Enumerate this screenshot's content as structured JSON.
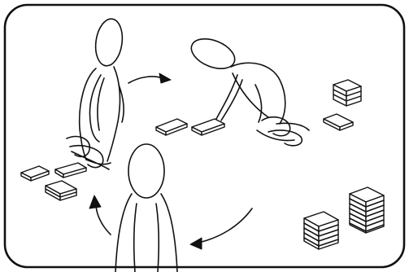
{
  "scene": {
    "frame_color": "#111111",
    "background_color": "#ffffff",
    "figures": [
      "standing-person-left",
      "crouching-person",
      "standing-person-front"
    ],
    "book_groups": [
      "left-books",
      "middle-books",
      "right-small-books",
      "bottom-right-stacks"
    ],
    "arrows": [
      "top-arrow",
      "bottom-right-arrow",
      "bottom-left-arrow"
    ]
  }
}
